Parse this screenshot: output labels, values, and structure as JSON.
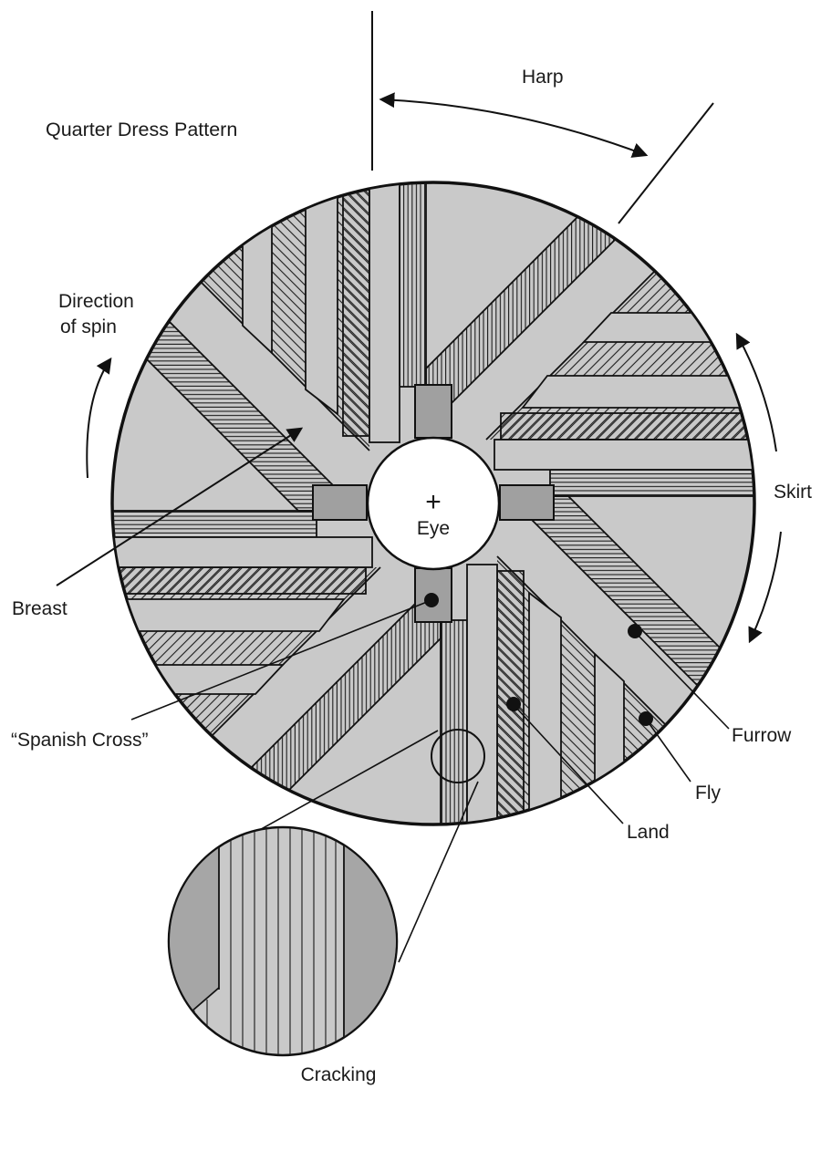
{
  "title": "Quarter Dress Pattern",
  "labels": {
    "harp": "Harp",
    "direction_line1": "Direction",
    "direction_line2": "of spin",
    "skirt": "Skirt",
    "breast": "Breast",
    "spanish_cross": "“Spanish Cross”",
    "furrow": "Furrow",
    "fly": "Fly",
    "land": "Land",
    "cracking": "Cracking",
    "eye": "Eye",
    "eye_marker": "+"
  },
  "colors": {
    "background": "#ffffff",
    "stone": "#c9c9c9",
    "cross": "#a0a0a0",
    "flank": "#a6a6a6",
    "line": "#111111",
    "text": "#1a1a1a"
  }
}
